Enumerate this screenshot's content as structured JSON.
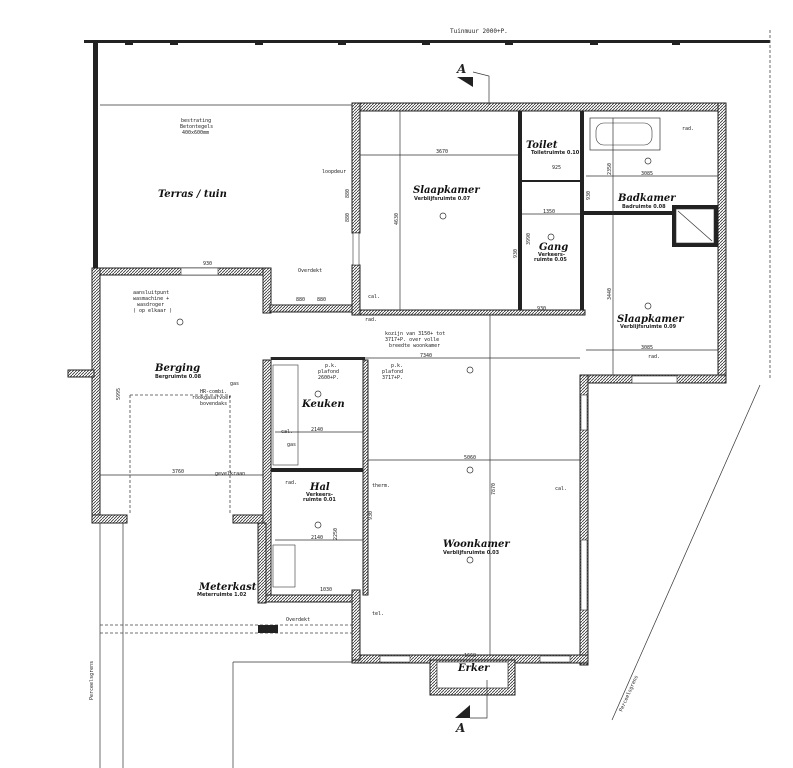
{
  "plan": {
    "garden_wall": "Tuinmuur 2000+P.",
    "section_marker": "A",
    "boundary": "Perceelsgrens",
    "terrace": {
      "name": "Terras / tuin",
      "paving": [
        "bestrating",
        "Betontegels",
        "400x600mm"
      ],
      "door": "loopdeur",
      "dim1": "880",
      "dim2": "880"
    },
    "covered": "Overdekt",
    "covered_dims": [
      "880",
      "880"
    ],
    "berging": {
      "name": "Berging",
      "sub": "Bergruimte 0.08",
      "washer": [
        "aansluitpunt",
        "wasmachine +",
        "wasdroger",
        "( op elkaar )"
      ],
      "hr": [
        "HR-combi.",
        "rookgasafvoer",
        "bovendaks"
      ],
      "gas": "gas",
      "tap": "gevelkraan",
      "width": "3760",
      "depth": "5995",
      "door": "930"
    },
    "bedroom1": {
      "name": "Slaapkamer",
      "sub": "Verblijfsruimte 0.07",
      "width": "3670",
      "depth": "4630",
      "door": "930"
    },
    "toilet": {
      "name": "Toilet",
      "sub": "Toiletruimte 0.10",
      "dim": "925"
    },
    "gang": {
      "name": "Gang",
      "sub": [
        "Verkeers-",
        "ruimte 0.05"
      ],
      "width": "1350",
      "depth": "3990",
      "door": "930",
      "door2": "930"
    },
    "bathroom": {
      "name": "Badkamer",
      "sub": "Badruimte 0.08",
      "width": "3085",
      "depth": "2350",
      "rad": "rad."
    },
    "bedroom2": {
      "name": "Slaapkamer",
      "sub": "Verblijfsruimte 0.09",
      "width": "3085",
      "depth": "3440",
      "rad": "rad."
    },
    "frame_note": [
      "kozijn van 3150+ tot",
      "3717+P. over volle",
      "breedte woonkamer"
    ],
    "span": "7340",
    "ceiling_left": [
      "p.k.",
      "plafond",
      "2600+P."
    ],
    "ceiling_right": [
      "p.k.",
      "plafond",
      "3717+P."
    ],
    "kitchen": {
      "name": "Keuken",
      "width": "2140",
      "cal": "cal.",
      "gas": "gas"
    },
    "hal": {
      "name": "Hal",
      "sub": [
        "Verkeers-",
        "ruimte 0.01"
      ],
      "width": "2140",
      "depth": "2250",
      "rad": "rad.",
      "door": "930"
    },
    "living": {
      "name": "Woonkamer",
      "sub": "Verblijfsruimte 0.03",
      "width": "5060",
      "depth": "7870",
      "therm": "therm.",
      "tel": "tel."
    },
    "meter": {
      "name": "Meterkast",
      "sub": "Meterruimte 1.02",
      "dim": "1030"
    },
    "erker": {
      "name": "Erker",
      "width": "1668"
    },
    "cal": "cal.",
    "rad": "rad."
  }
}
